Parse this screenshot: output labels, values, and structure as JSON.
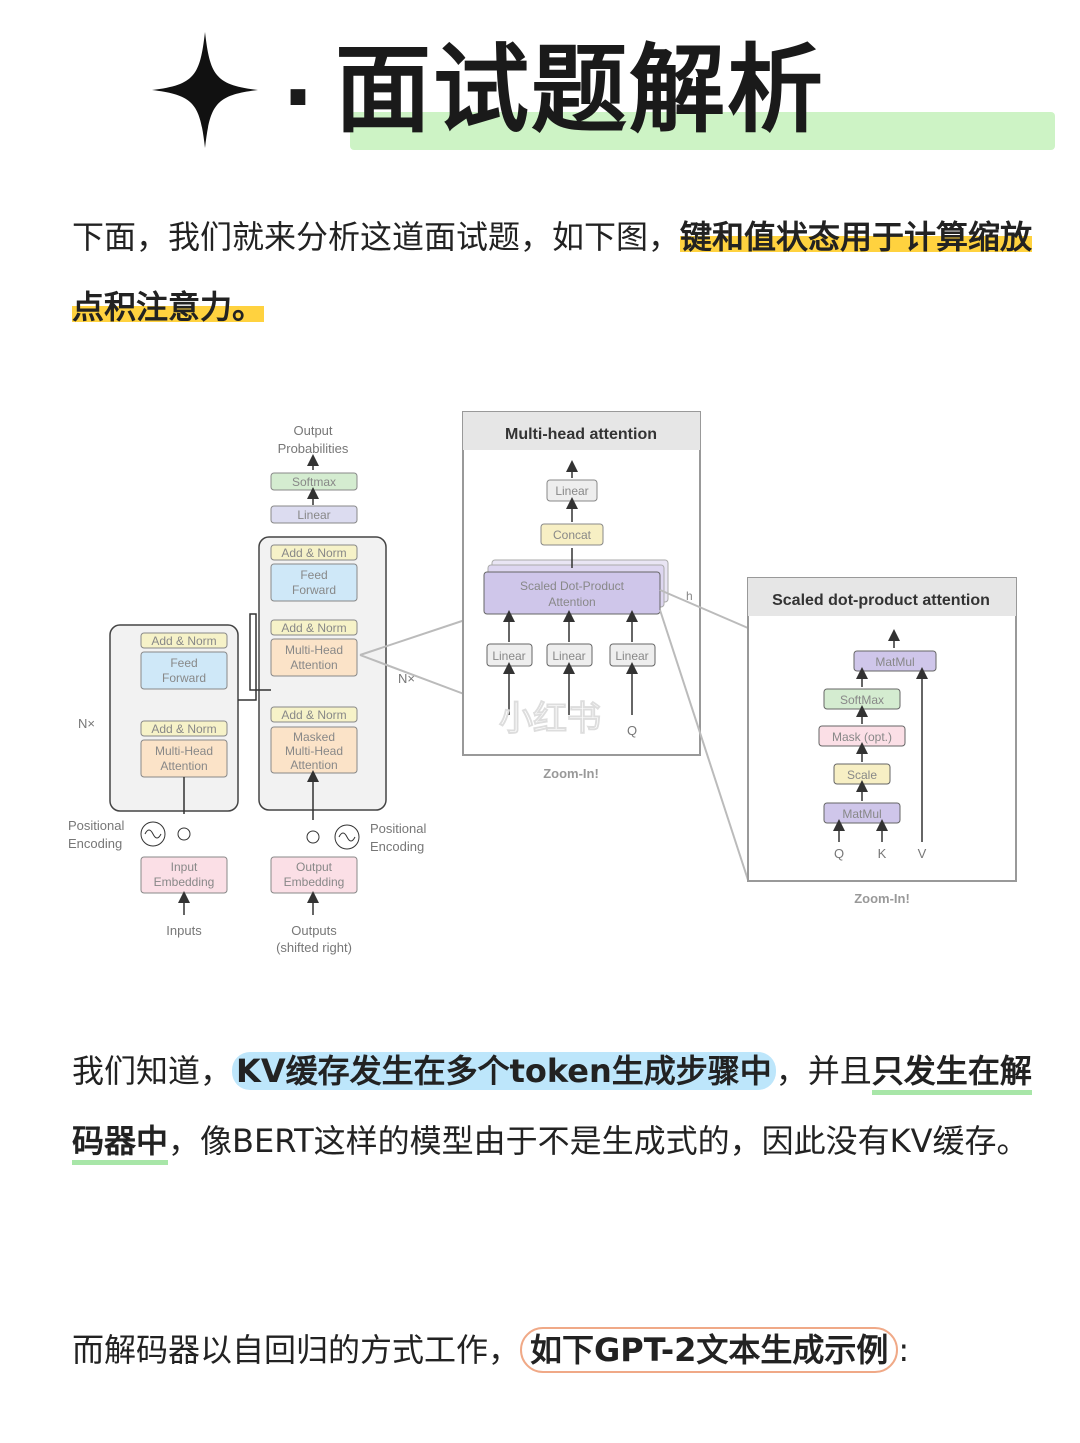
{
  "title": {
    "dot": "·",
    "text": "面试题解析"
  },
  "para1": {
    "plain": "下面，我们就来分析这道面试题，如下图，",
    "highlight": "键和值状态用于计算缩放点积注意力。"
  },
  "diagram": {
    "left": {
      "output_probabilities": [
        "Output",
        "Probabilities"
      ],
      "softmax": "Softmax",
      "linear": "Linear",
      "add_norm": "Add & Norm",
      "feed_forward": [
        "Feed",
        "Forward"
      ],
      "multi_head_attention": [
        "Multi-Head",
        "Attention"
      ],
      "masked_mha": [
        "Masked",
        "Multi-Head",
        "Attention"
      ],
      "nx": "N×",
      "positional_encoding": [
        "Positional",
        "Encoding"
      ],
      "input_embedding": [
        "Input",
        "Embedding"
      ],
      "output_embedding": [
        "Output",
        "Embedding"
      ],
      "inputs": "Inputs",
      "outputs": [
        "Outputs",
        "(shifted right)"
      ]
    },
    "mha": {
      "title": "Multi-head attention",
      "linear": "Linear",
      "concat": "Concat",
      "sdpa": [
        "Scaled Dot-Product",
        "Attention"
      ],
      "h": "h",
      "q": "Q",
      "zoom": "Zoom-In!"
    },
    "sdp": {
      "title": "Scaled dot-product attention",
      "matmul": "MatMul",
      "softmax": "SoftMax",
      "mask": "Mask (opt.)",
      "scale": "Scale",
      "q": "Q",
      "k": "K",
      "v": "V",
      "zoom": "Zoom-In!"
    },
    "watermark": "小红书"
  },
  "para2": {
    "p1": "我们知道，",
    "blue": "KV缓存发生在多个token生成步骤中",
    "p2": "，并且",
    "green1": "只发生",
    "green2": "在解码器中",
    "p3": "，像BERT这样的模型由于不是生成式的，因此没有KV缓存。"
  },
  "para3": {
    "plain": "而解码器以自回归的方式工作，",
    "oval": "如下GPT-2文本生成示例",
    "end": ":"
  }
}
